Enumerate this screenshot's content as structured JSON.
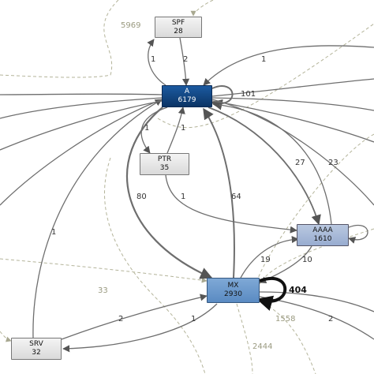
{
  "nodes": {
    "spf": {
      "name": "SPF",
      "count": "28"
    },
    "a": {
      "name": "A",
      "count": "6179"
    },
    "ptr": {
      "name": "PTR",
      "count": "35"
    },
    "aaaa": {
      "name": "AAAA",
      "count": "1610"
    },
    "mx": {
      "name": "MX",
      "count": "2930"
    },
    "srv": {
      "name": "SRV",
      "count": "32"
    }
  },
  "edges": {
    "spf_to_a": "2",
    "a_to_spf": "1",
    "right_to_a": "1",
    "a_self": "101",
    "a_to_ptr": "1",
    "ptr_to_a": "1",
    "a_to_aaaa": "27",
    "aaaa_to_a": "23",
    "a_to_mx": "80",
    "mx_to_a": "64",
    "ptr_to_aaaa": "1",
    "srv_to_a": "1",
    "mx_to_aaaa": "19",
    "aaaa_to_mx": "10",
    "mx_self": "404",
    "srv_to_mx": "2",
    "mx_to_srv": "1",
    "mx_right": "2"
  },
  "dashed_edges": {
    "top": "5969",
    "left_to_mx": "33",
    "mx_down": "1558",
    "bottom": "2444"
  },
  "colors": {
    "a_fill": "#0b3465",
    "mx_fill": "#5a8bc2",
    "aaaa_fill": "#98acd0",
    "gray_fill": "#dadada",
    "edge": "#6e6e6e",
    "dashed": "#b4b49a"
  }
}
